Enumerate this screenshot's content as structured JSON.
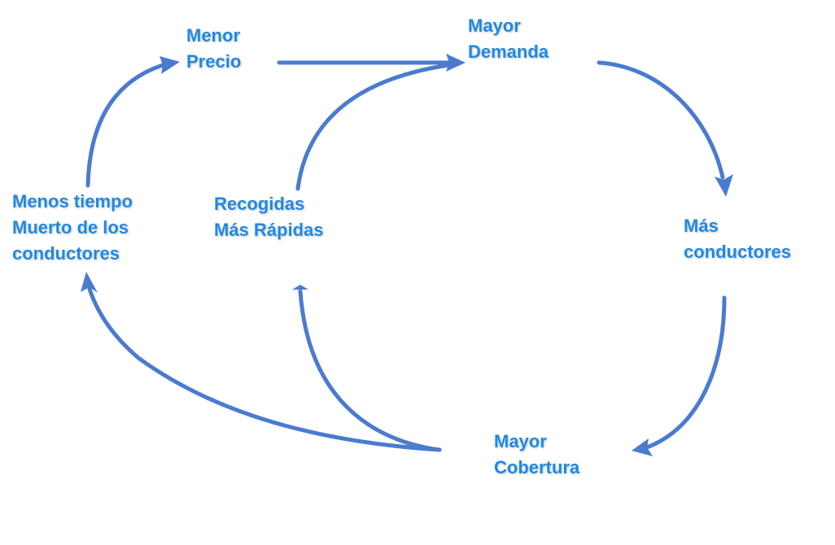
{
  "nodes": {
    "menor_precio": {
      "line1": "Menor",
      "line2": "Precio"
    },
    "mayor_demanda": {
      "line1": "Mayor",
      "line2": "Demanda"
    },
    "mas_conductores": {
      "line1": "Más",
      "line2": "conductores"
    },
    "mayor_cobertura": {
      "line1": "Mayor",
      "line2": "Cobertura"
    },
    "recogidas": {
      "line1": "Recogidas",
      "line2": "Más Rápidas"
    },
    "menos_tiempo": {
      "line1": "Menos tiempo",
      "line2": "Muerto de los",
      "line3": "conductores"
    }
  },
  "colors": {
    "label": "#1e88e5",
    "arrow": "#4a7bd0"
  }
}
